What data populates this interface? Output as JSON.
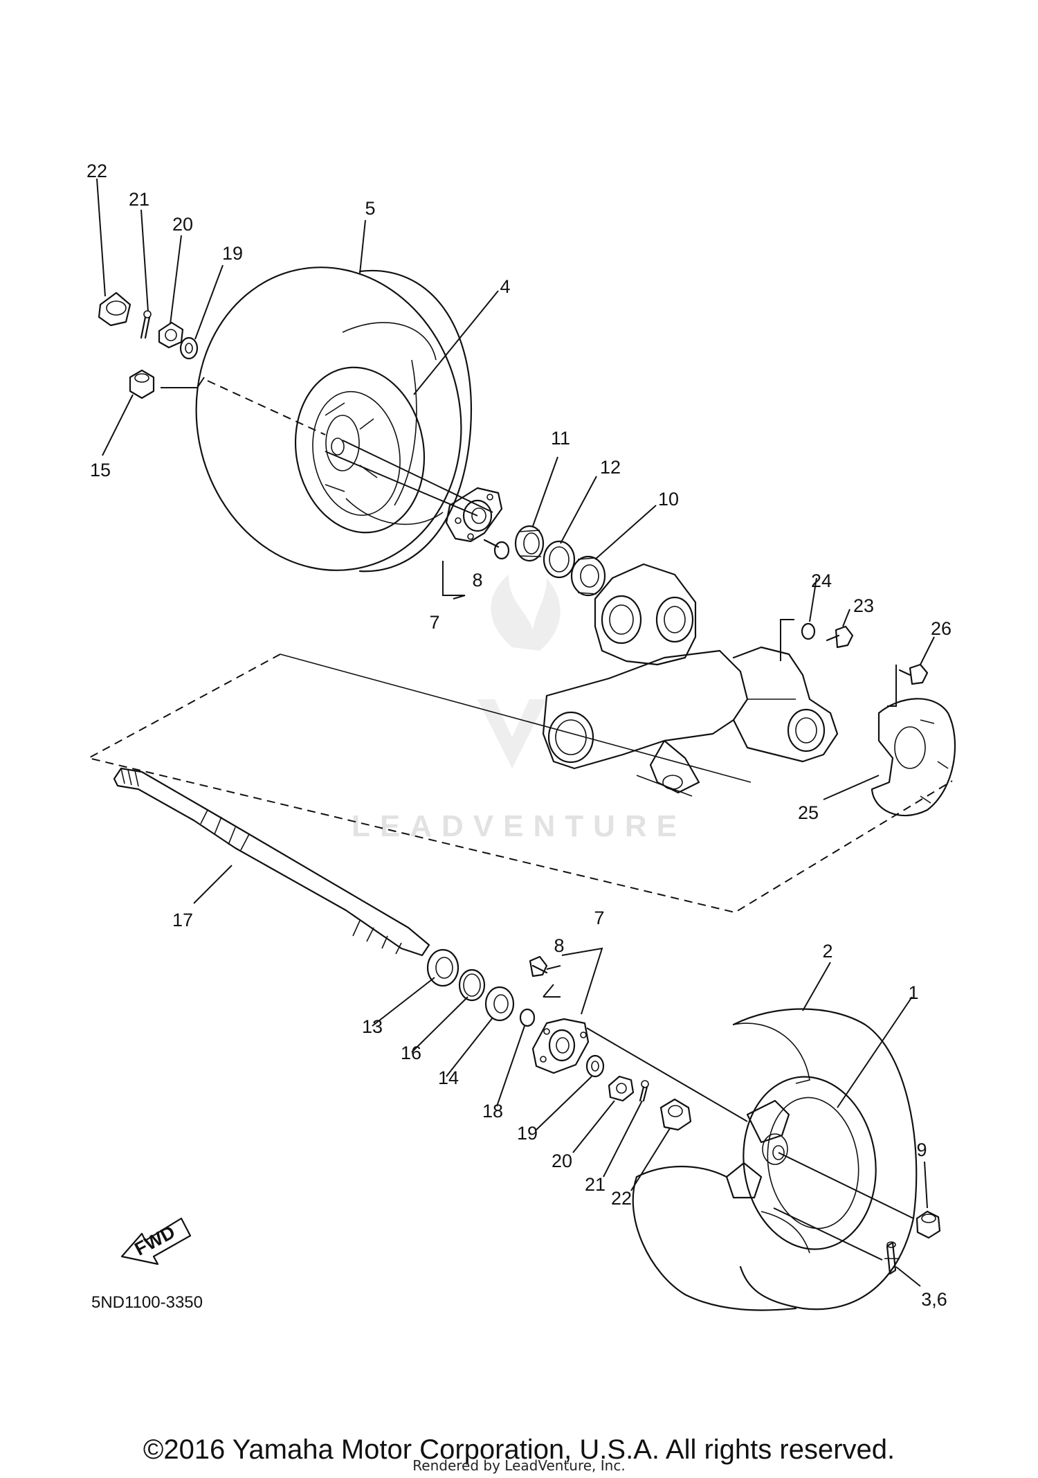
{
  "diagram": {
    "labels": {
      "p1": "1",
      "p2": "2",
      "p3_6": "3,6",
      "p4": "4",
      "p5": "5",
      "p7a": "7",
      "p7b": "7",
      "p8a": "8",
      "p8b": "8",
      "p9": "9",
      "p10": "10",
      "p11": "11",
      "p12": "12",
      "p13": "13",
      "p14": "14",
      "p15": "15",
      "p16": "16",
      "p17": "17",
      "p18": "18",
      "p19a": "19",
      "p19b": "19",
      "p20a": "20",
      "p20b": "20",
      "p21a": "21",
      "p21b": "21",
      "p22a": "22",
      "p22b": "22",
      "p23": "23",
      "p24": "24",
      "p25": "25",
      "p26": "26"
    },
    "fwd_label": "FWD",
    "part_code": "5ND1100-3350",
    "watermark": "LEADVENTURE"
  },
  "footer": {
    "copyright": "©2016 Yamaha Motor Corporation, U.S.A. All rights reserved.",
    "rendered_by": "Rendered by LeadVenture, Inc."
  }
}
